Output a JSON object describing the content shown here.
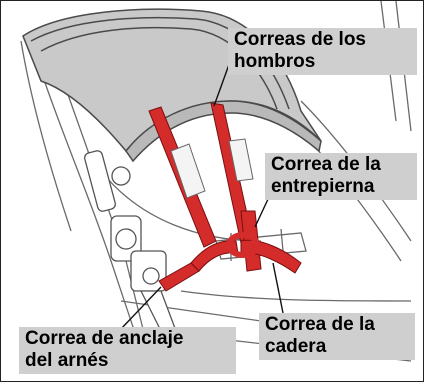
{
  "callouts": {
    "shoulder": {
      "line1": "Correas de los",
      "line2": "hombros"
    },
    "crotch": {
      "line1": "Correa de la",
      "line2": "entrepierna"
    },
    "hip": {
      "line1": "Correa de la",
      "line2": "cadera"
    },
    "anchor": {
      "line1": "Correa de anclaje",
      "line2": "del arnés"
    }
  },
  "colors": {
    "strap": "#d42b2b",
    "canopy": "#cccccc",
    "callout_bg": "#cfcfcf"
  }
}
